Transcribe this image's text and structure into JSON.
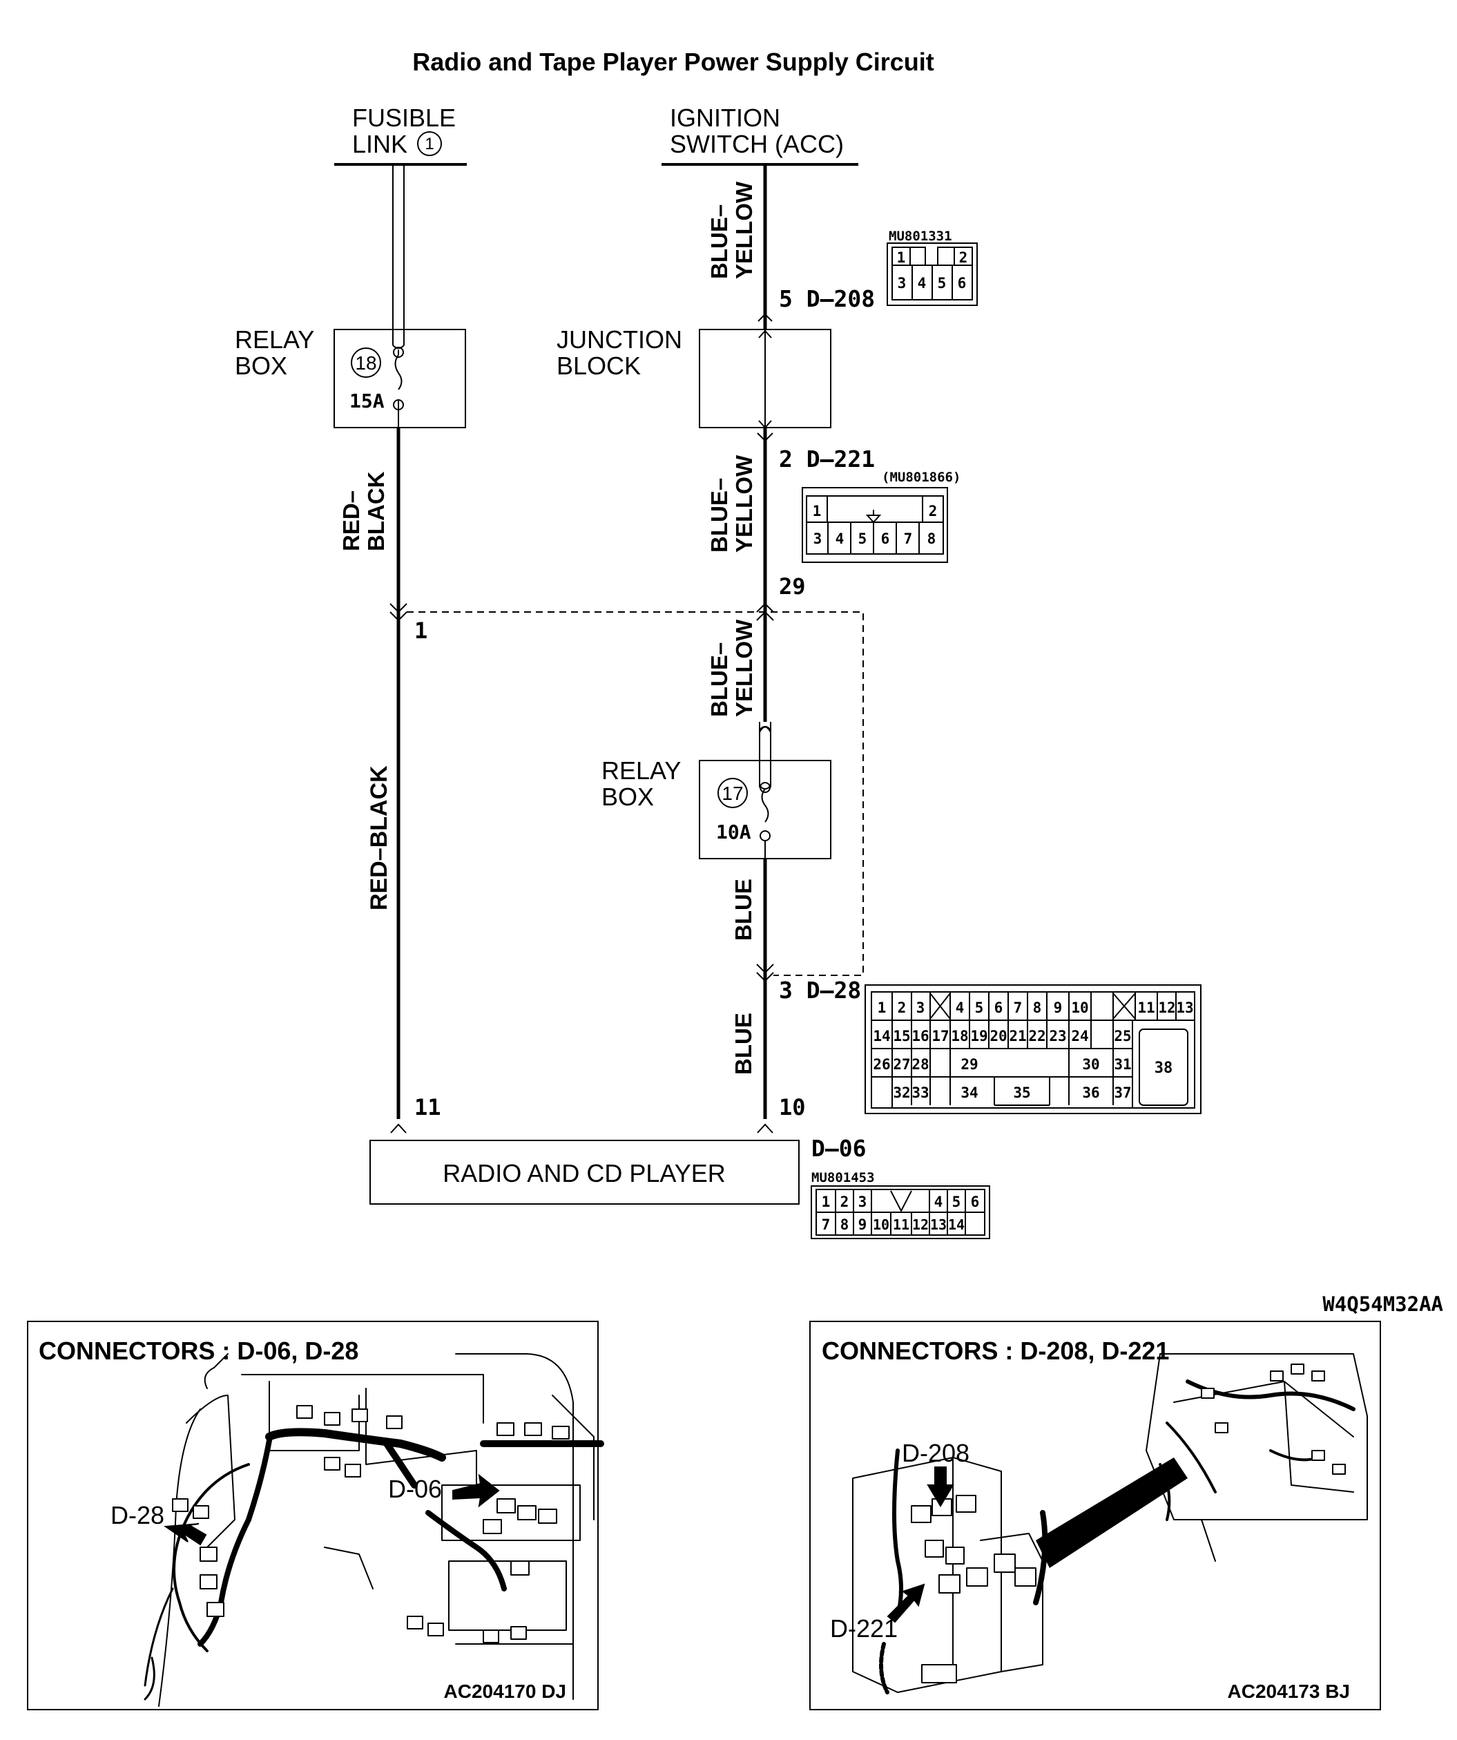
{
  "title": "Radio and Tape Player Power Supply Circuit",
  "drawing_code": "W4Q54M32AA",
  "sources": {
    "fusible_link": {
      "line1": "FUSIBLE",
      "line2": "LINK",
      "number": "1"
    },
    "ignition": {
      "line1": "IGNITION",
      "line2": "SWITCH (ACC)"
    }
  },
  "relay_box_18": {
    "label1": "RELAY",
    "label2": "BOX",
    "number": "18",
    "rating": "15A"
  },
  "junction_block": {
    "label1": "JUNCTION",
    "label2": "BLOCK"
  },
  "relay_box_17": {
    "label1": "RELAY",
    "label2": "BOX",
    "number": "17",
    "rating": "10A"
  },
  "wires": {
    "rb_top_1": "RED–",
    "rb_top_2": "BLACK",
    "rb_long": "RED–BLACK",
    "by1_1": "BLUE–",
    "by1_2": "YELLOW",
    "by2_1": "BLUE–",
    "by2_2": "YELLOW",
    "by3_1": "BLUE–",
    "by3_2": "YELLOW",
    "blue1": "BLUE",
    "blue2": "BLUE"
  },
  "pins": {
    "d208": "5  D–208",
    "d221": "2  D–221",
    "p29": "29",
    "p1": "1",
    "d28": "3  D–28",
    "p11": "11",
    "p10": "10"
  },
  "device": {
    "label": "RADIO AND CD PLAYER",
    "connector": "D–06",
    "part": "MU801453"
  },
  "connector_d208": {
    "part": "MU801331",
    "row1": [
      "1",
      "2"
    ],
    "row2": [
      "3",
      "4",
      "5",
      "6"
    ]
  },
  "connector_d221": {
    "part": "(MU801866)",
    "row1": [
      "1",
      "2"
    ],
    "row2": [
      "3",
      "4",
      "5",
      "6",
      "7",
      "8"
    ]
  },
  "connector_d28": {
    "row1": [
      "1",
      "2",
      "3",
      "4",
      "5",
      "6",
      "7",
      "8",
      "9",
      "10",
      "11",
      "12",
      "13"
    ],
    "row2": [
      "14",
      "15",
      "16",
      "17",
      "18",
      "19",
      "20",
      "21",
      "22",
      "23",
      "24",
      "25"
    ],
    "row3": [
      "26",
      "27",
      "28",
      "29",
      "30",
      "31"
    ],
    "row4": [
      "32",
      "33",
      "34",
      "35",
      "36",
      "37"
    ],
    "big": "38"
  },
  "connector_d06": {
    "row1": [
      "1",
      "2",
      "3",
      "4",
      "5",
      "6"
    ],
    "row2": [
      "7",
      "8",
      "9",
      "10",
      "11",
      "12",
      "13",
      "14"
    ]
  },
  "panel_left": {
    "title": "CONNECTORS : D-06, D-28",
    "callout1": "D-28",
    "callout2": "D-06",
    "code": "AC204170 DJ"
  },
  "panel_right": {
    "title": "CONNECTORS : D-208, D-221",
    "callout1": "D-208",
    "callout2": "D-221",
    "code": "AC204173 BJ"
  }
}
